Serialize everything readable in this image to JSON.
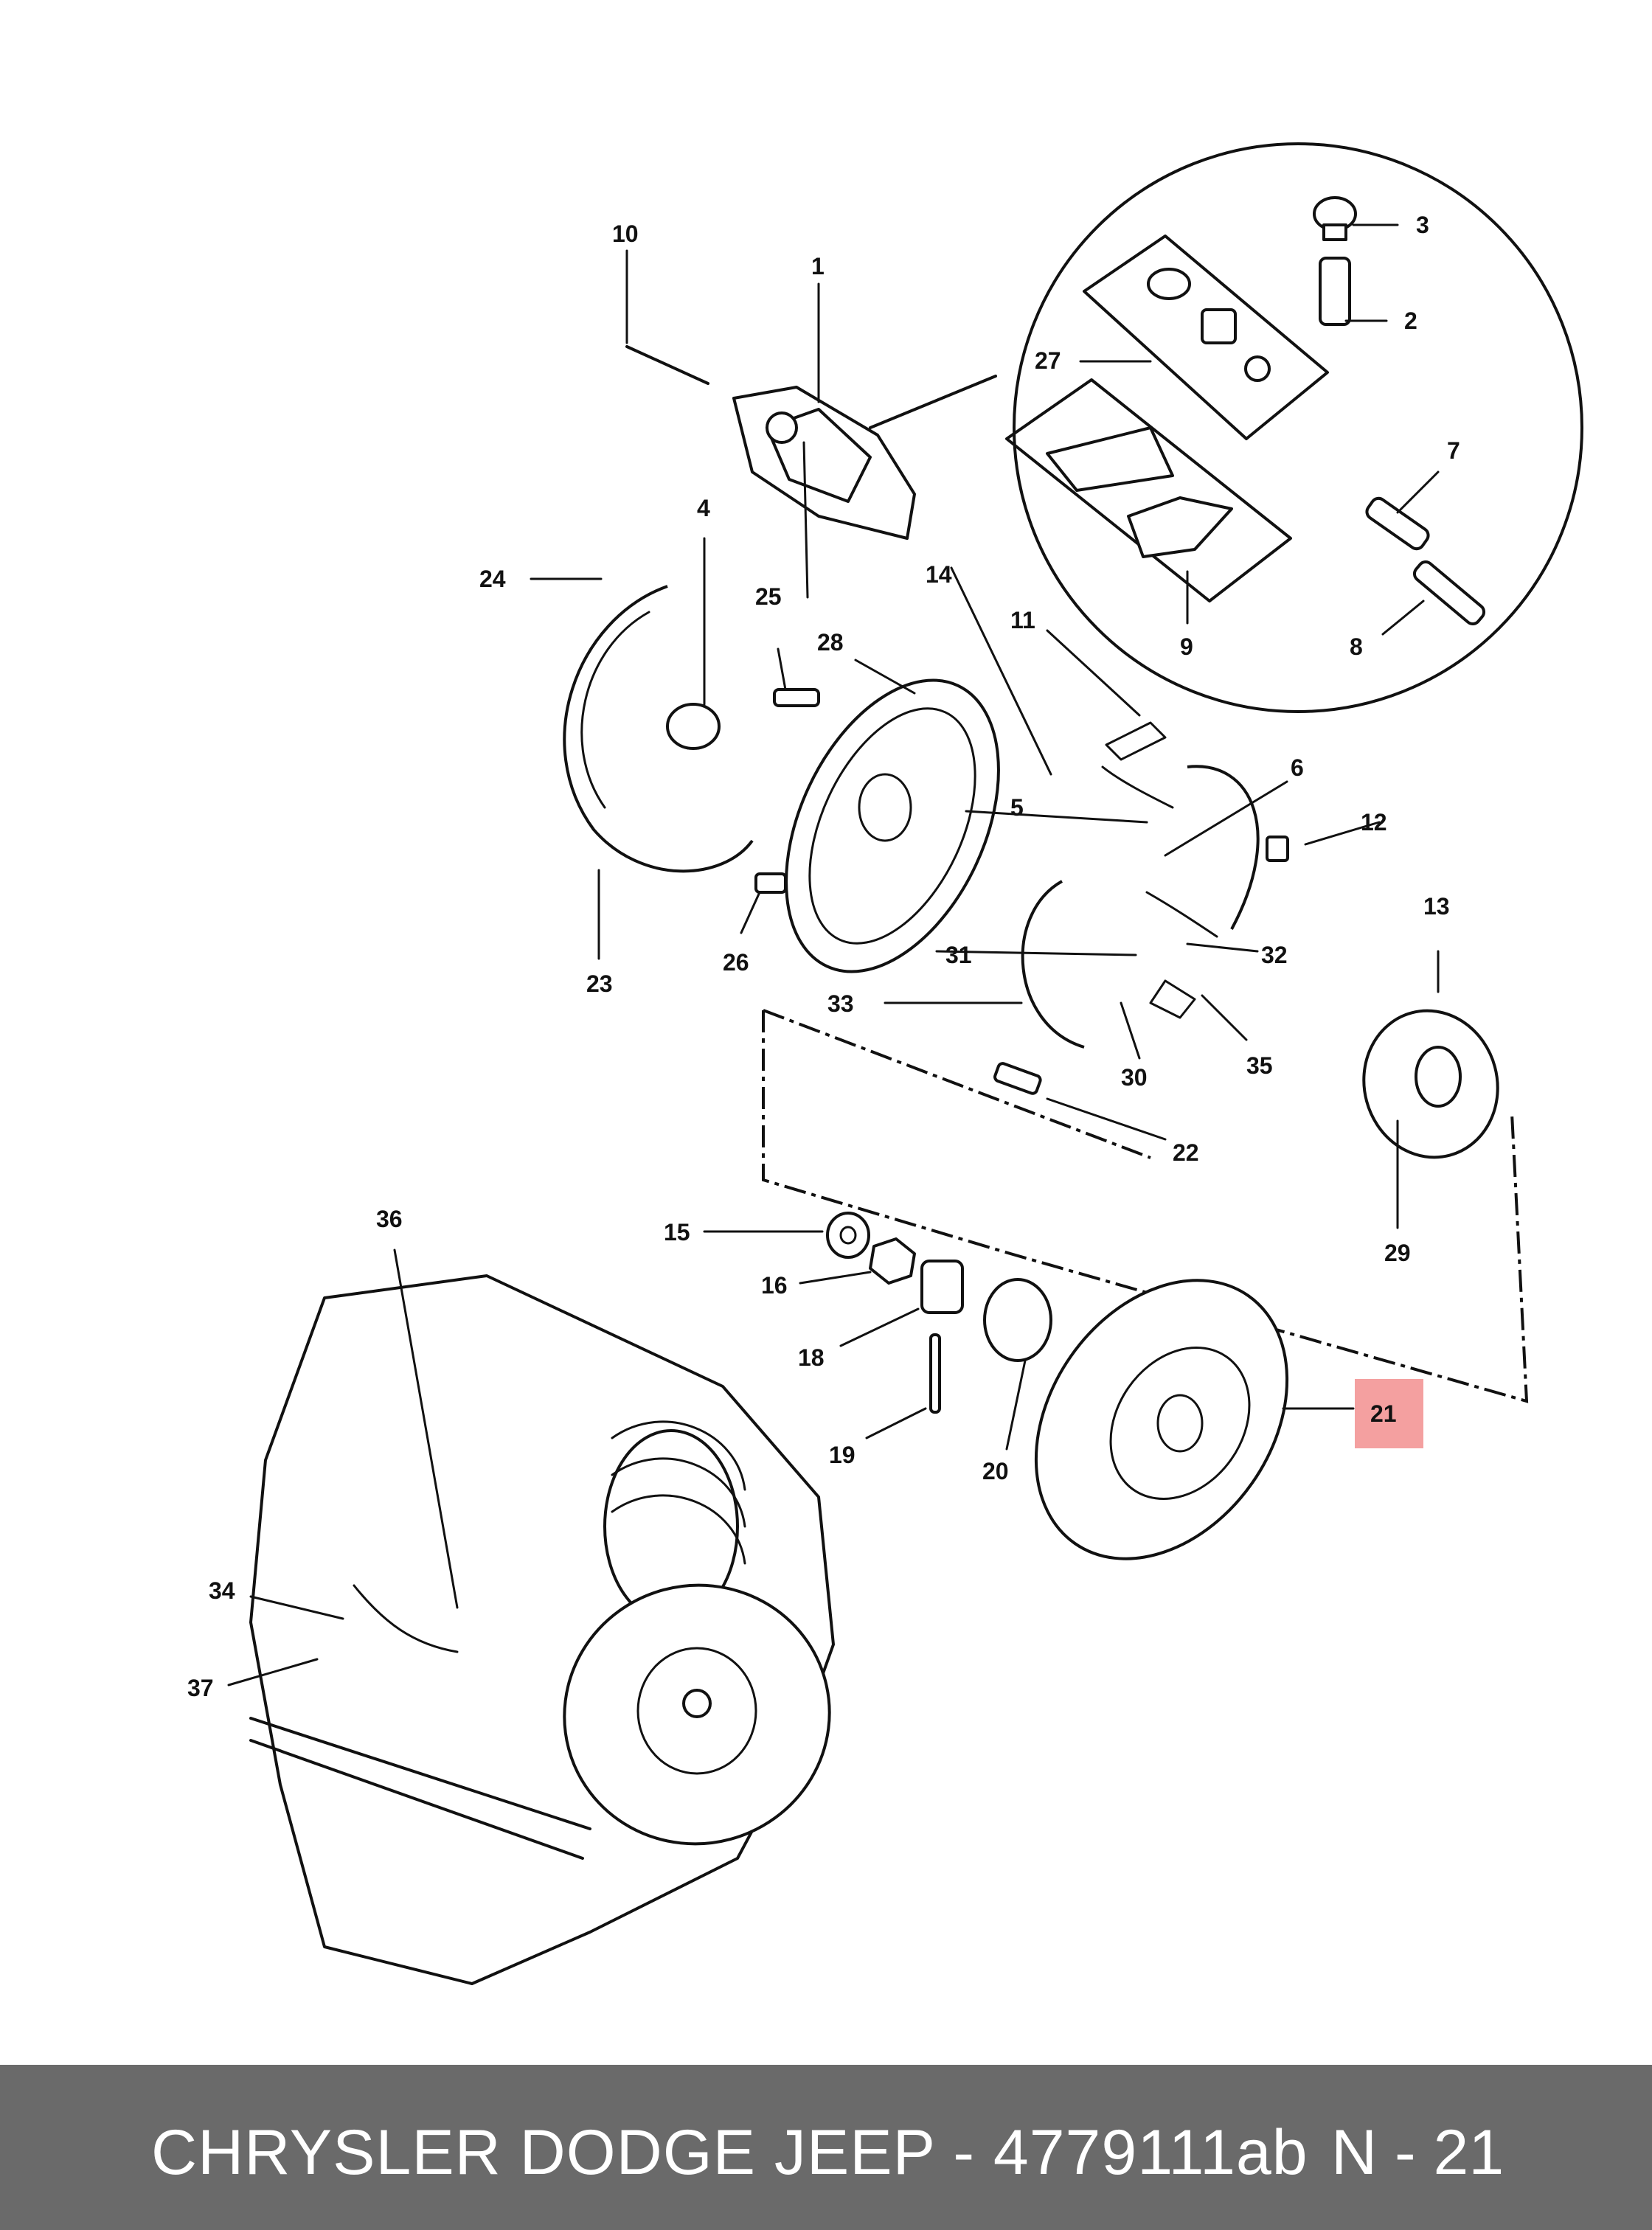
{
  "diagram": {
    "callouts": [
      "1",
      "2",
      "3",
      "4",
      "5",
      "6",
      "7",
      "8",
      "9",
      "10",
      "11",
      "12",
      "13",
      "14",
      "15",
      "16",
      "18",
      "19",
      "20",
      "21",
      "22",
      "23",
      "24",
      "25",
      "26",
      "27",
      "28",
      "29",
      "30",
      "31",
      "32",
      "33",
      "34",
      "35",
      "36",
      "37"
    ],
    "highlighted_callout": "21",
    "highlight_color": "#f4a0a0"
  },
  "footer": {
    "title": "CHRYSLER DODGE JEEP - 4779111ab",
    "code": "N - 21",
    "background": "#6a6a6a"
  }
}
